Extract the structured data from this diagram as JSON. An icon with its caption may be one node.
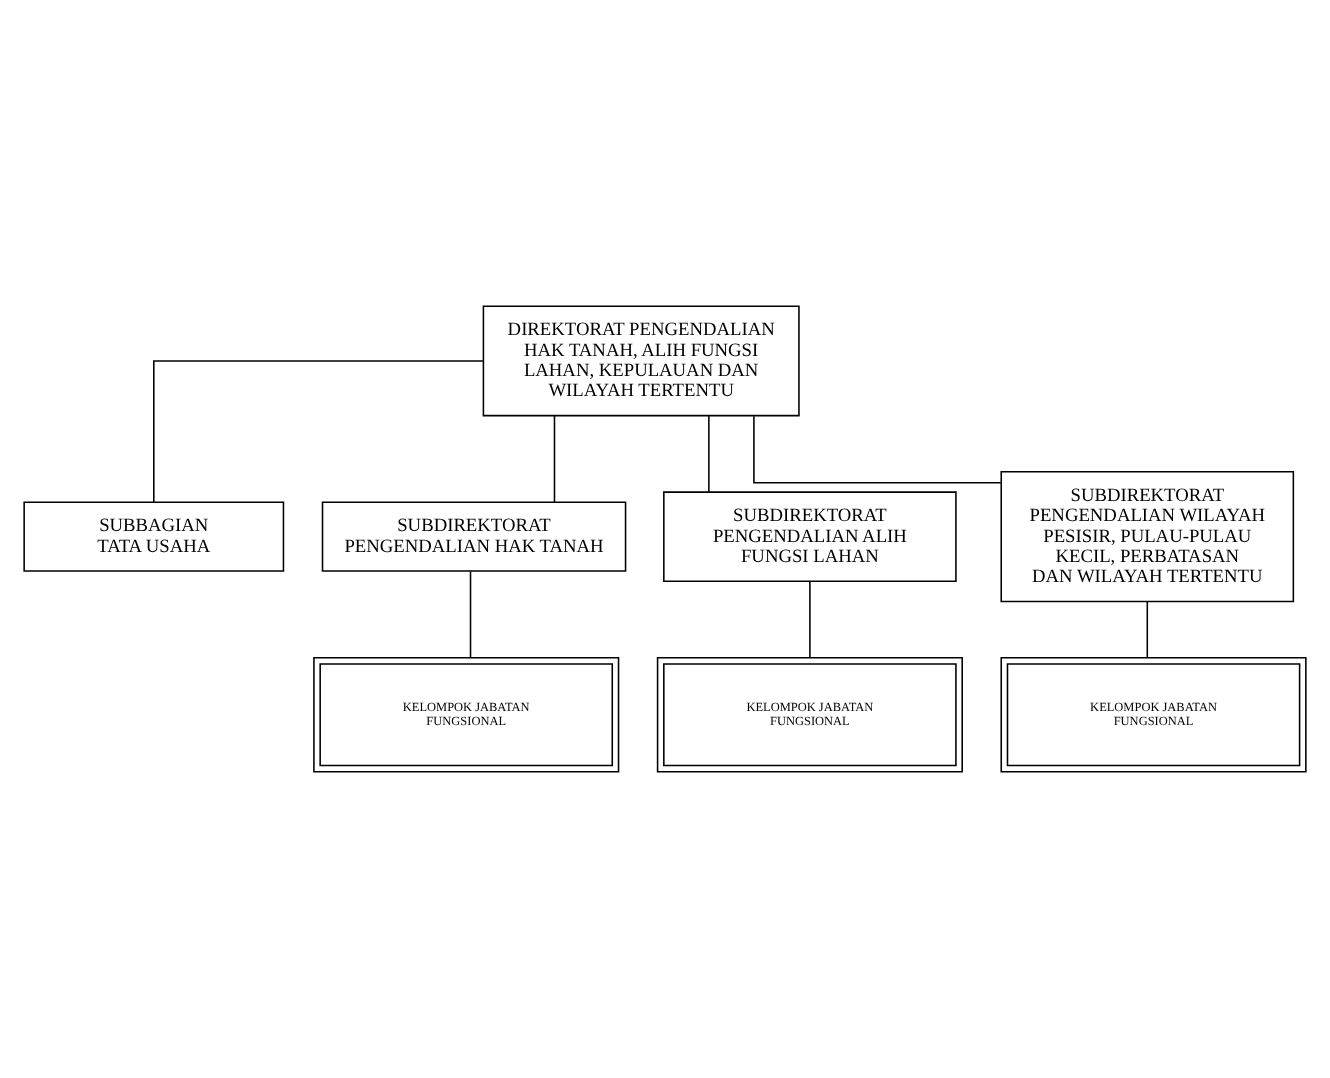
{
  "diagram": {
    "nodes": [
      {
        "text": [
          "DIREKTORAT PENGENDALIAN HAK TANAH, ALIH FUNGSI LAHAN, KEPULAUAN DAN WILAYAH TERTENTU"
        ]
      },
      {
        "text": [
          "SUBBAGIAN TATA USAHA"
        ]
      },
      {
        "text": [
          "SUBDIREKTORAT PENGENDALIAN HAK TANAH"
        ]
      },
      {
        "text": [
          "SUBDIREKTORAT PENGENDALIAN ALIH FUNGSI LAHAN"
        ]
      },
      {
        "text": [
          "SUBDIREKTORAT PENGENDALIAN WILAYAH PESISIR, PULAU-PULAU KECIL, PERBATASAN DAN WILAYAH TERTENTU"
        ]
      },
      {
        "text": [
          "KELOMPOK JABATAN FUNGSIONAL"
        ]
      },
      {
        "text": [
          "KELOMPOK JABATAN FUNGSIONAL"
        ]
      },
      {
        "text": [
          "KELOMPOK JABATAN FUNGSIONAL"
        ]
      }
    ],
    "edges": [
      {
        "from": 0,
        "to": 1,
        "arrow": "none"
      },
      {
        "from": 0,
        "to": 2,
        "arrow": "none"
      },
      {
        "from": 0,
        "to": 3,
        "arrow": "none"
      },
      {
        "from": 0,
        "to": 4,
        "arrow": "none"
      },
      {
        "from": 2,
        "to": 5,
        "arrow": "none"
      },
      {
        "from": 3,
        "to": 6,
        "arrow": "none"
      },
      {
        "from": 4,
        "to": 7,
        "arrow": "none"
      }
    ]
  }
}
